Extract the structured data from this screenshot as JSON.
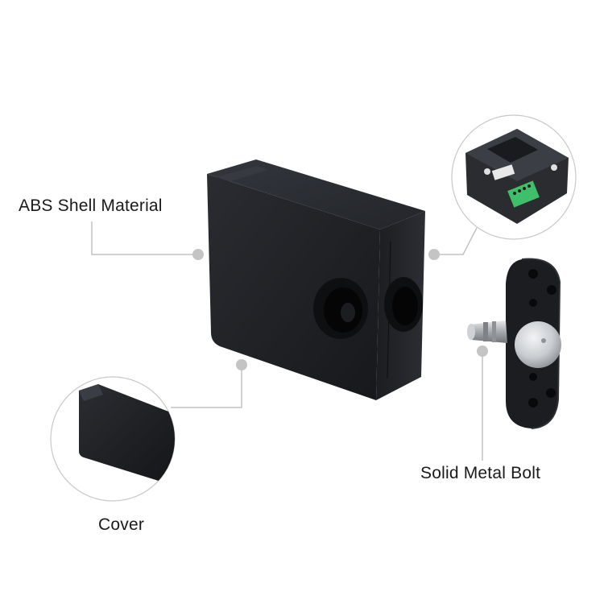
{
  "labels": {
    "shell": "ABS Shell Material",
    "bolt": "Solid Metal Bolt",
    "cover": "Cover"
  },
  "colors": {
    "lock_body": "#1f2125",
    "callout_line": "#b8b8b8",
    "callout_dot": "#c4c4c4",
    "bolt_metal": "#c9ccd0",
    "terminal_green": "#3fbf6a"
  }
}
